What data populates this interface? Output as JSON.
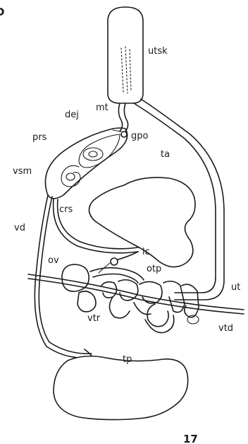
{
  "figure": {
    "panel_mark": "D",
    "number": "17",
    "labels": {
      "utsk": "utsk",
      "mt": "mt",
      "dej": "dej",
      "gpo": "gpo",
      "prs": "prs",
      "ta": "ta",
      "vsm": "vsm",
      "crs": "crs",
      "vd": "vd",
      "ov": "ov",
      "lc": "lc",
      "otp": "otp",
      "ut": "ut",
      "vtr": "vtr",
      "vtd": "vtd",
      "tp": "tp"
    }
  }
}
